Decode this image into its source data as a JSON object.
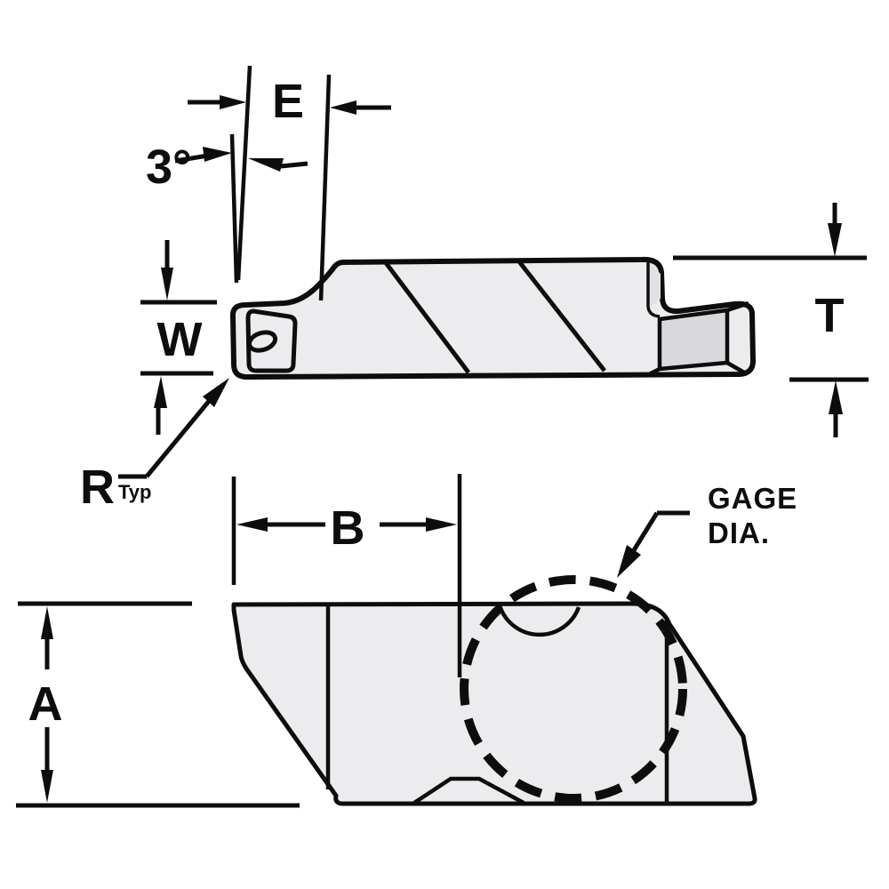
{
  "drawing": {
    "labels": {
      "angle": "3°",
      "edge_width": "E",
      "nose_width": "W",
      "thickness": "T",
      "radius": "R",
      "radius_qualifier": "Typ",
      "body_length": "B",
      "height": "A",
      "gage_word": "GAGE",
      "gage_dia": "DIA."
    },
    "colors": {
      "line": "#0d0d0d",
      "fill_light": "#ececee",
      "fill_medium": "#d9d9dd",
      "background": "#ffffff"
    }
  }
}
